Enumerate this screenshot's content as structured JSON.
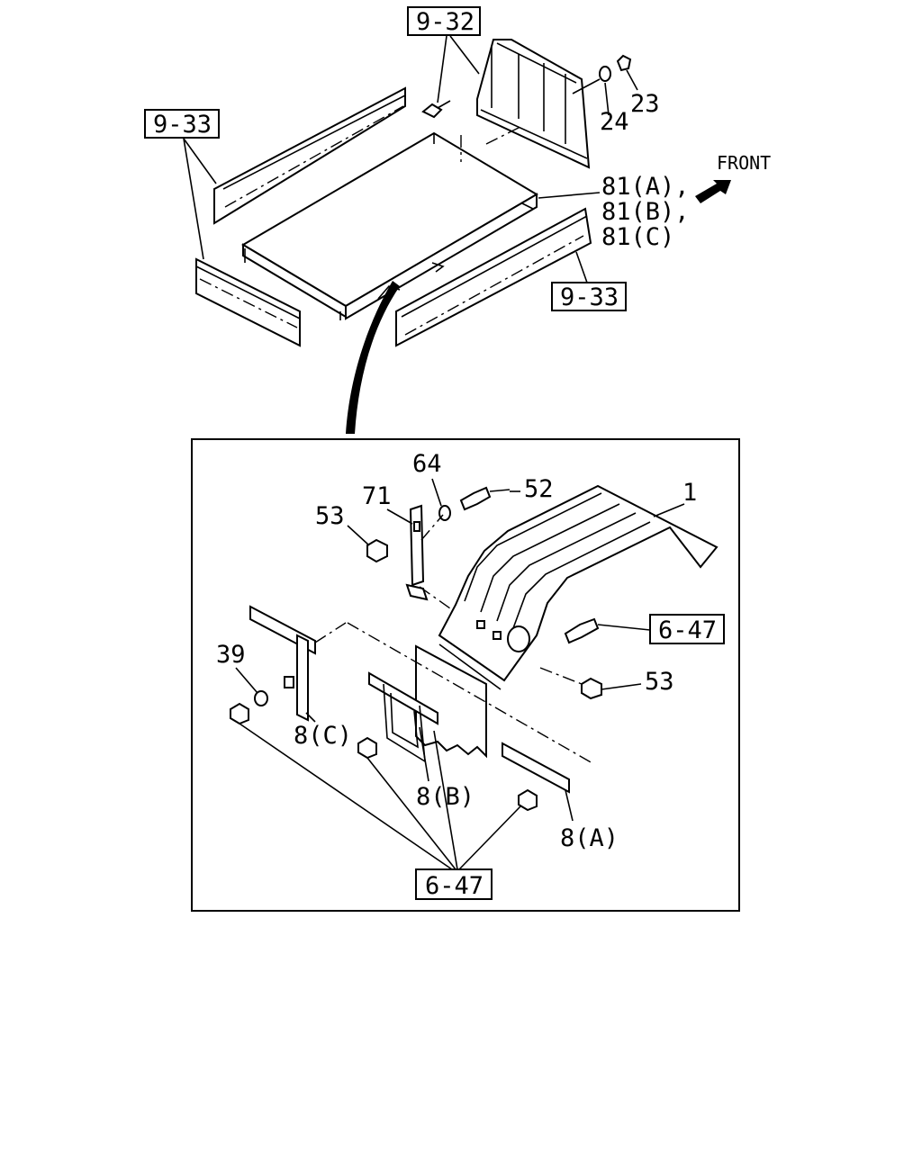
{
  "diagram": {
    "direction_label": "FRONT",
    "colors": {
      "ink": "#000000",
      "paper": "#ffffff"
    },
    "references": {
      "ref_9_32": "9-32",
      "ref_9_33_left": "9-33",
      "ref_9_33_right": "9-33",
      "ref_6_47_bolt": "6-47",
      "ref_6_47_nuts": "6-47"
    },
    "parts_upper": {
      "p23": "23",
      "p24": "24",
      "p81a": "81(A),",
      "p81b": "81(B),",
      "p81c": "81(C)"
    },
    "parts_detail": {
      "p1": "1",
      "p52": "52",
      "p64": "64",
      "p71": "71",
      "p53_top": "53",
      "p53_right": "53",
      "p39": "39",
      "p8c": "8(C)",
      "p8b": "8(B)",
      "p8a": "8(A)"
    }
  }
}
